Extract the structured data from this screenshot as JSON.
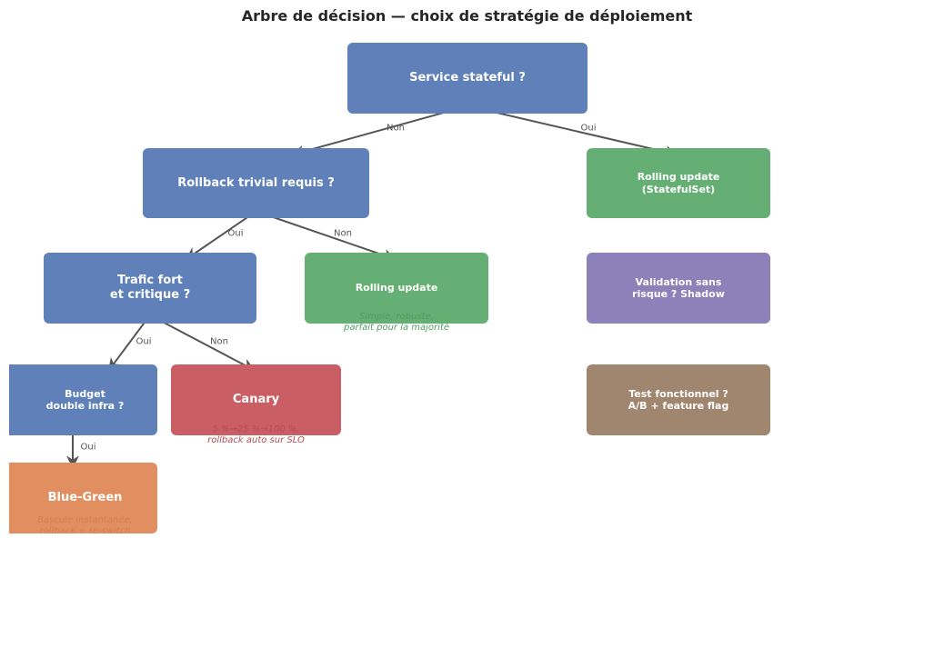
{
  "title": "Arbre de décision — choix de stratégie de déploiement",
  "colors": {
    "question": "#5f80b8",
    "rolling": "#65ae74",
    "shadow": "#8d81b9",
    "canary": "#c95f64",
    "test": "#a1866f",
    "bluegreen": "#e18f61",
    "edge": "#555555"
  },
  "nodes": {
    "stateful": "Service stateful ?",
    "rollback": "Rollback trivial requis ?",
    "rolling_statefulset": "Rolling update\n(StatefulSet)",
    "trafic": "Trafic fort\net critique ?",
    "rolling_update": "Rolling update",
    "validation": "Validation sans\nrisque ? Shadow",
    "budget": "Budget\ndouble infra ?",
    "canary": "Canary",
    "test": "Test fonctionnel ?\nA/B + feature flag",
    "bluegreen": "Blue-Green"
  },
  "notes": {
    "rolling_update": "Simple, robuste,\nparfait pour la majorité",
    "canary": "5 %→25 %→100 %,\nrollback auto sur SLO",
    "bluegreen": "Bascule instantanée,\nrollback = re-switch"
  },
  "edges": {
    "stateful_non": "Non",
    "stateful_oui": "Oui",
    "rollback_oui": "Oui",
    "rollback_non": "Non",
    "trafic_oui": "Oui",
    "trafic_non": "Non",
    "budget_oui": "Oui"
  }
}
